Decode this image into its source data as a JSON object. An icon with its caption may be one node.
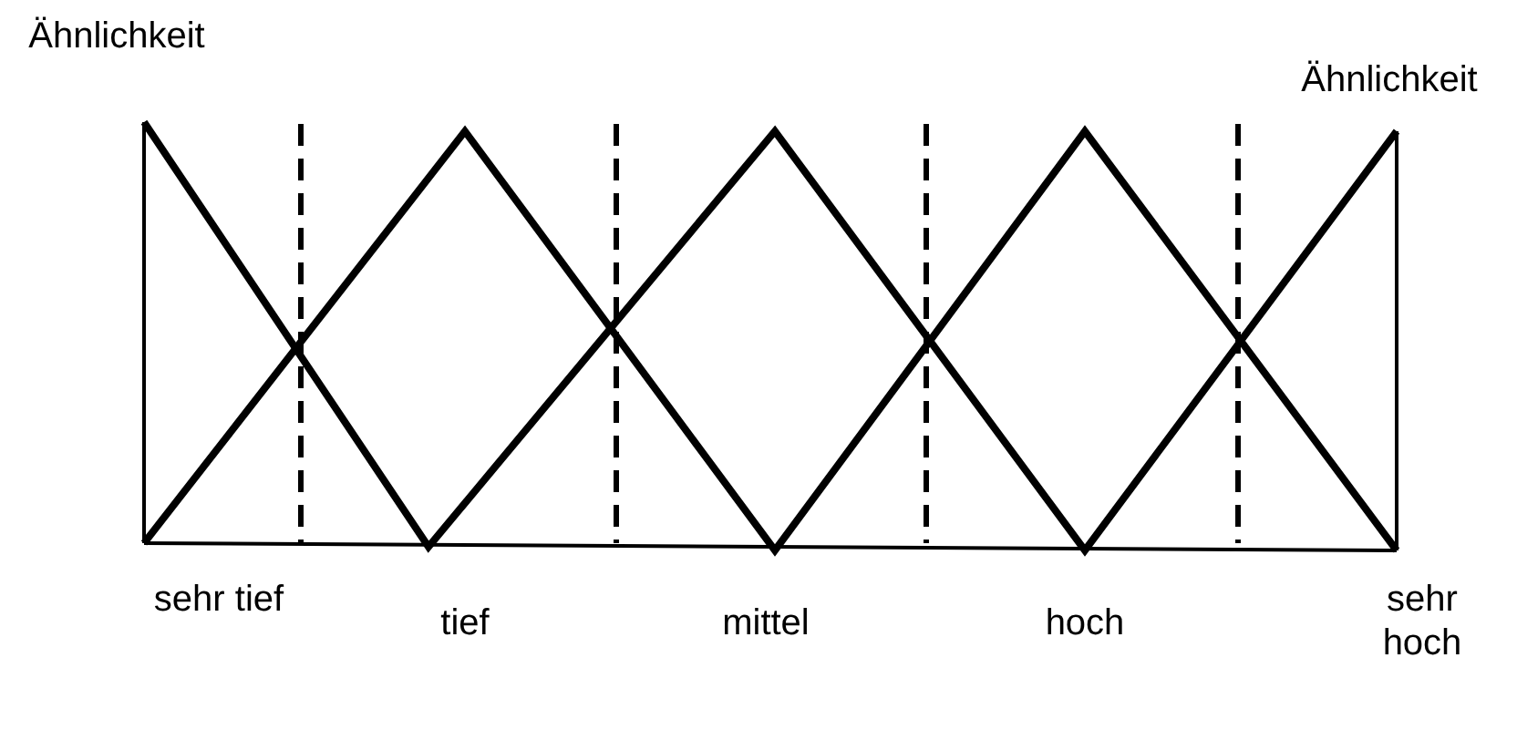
{
  "diagram": {
    "labels": [
      "Ähnlichkeit",
      "Ähnlichkeit",
      "sehr tief",
      "tief",
      "mittel",
      "hoch",
      "sehr hoch"
    ]
  }
}
